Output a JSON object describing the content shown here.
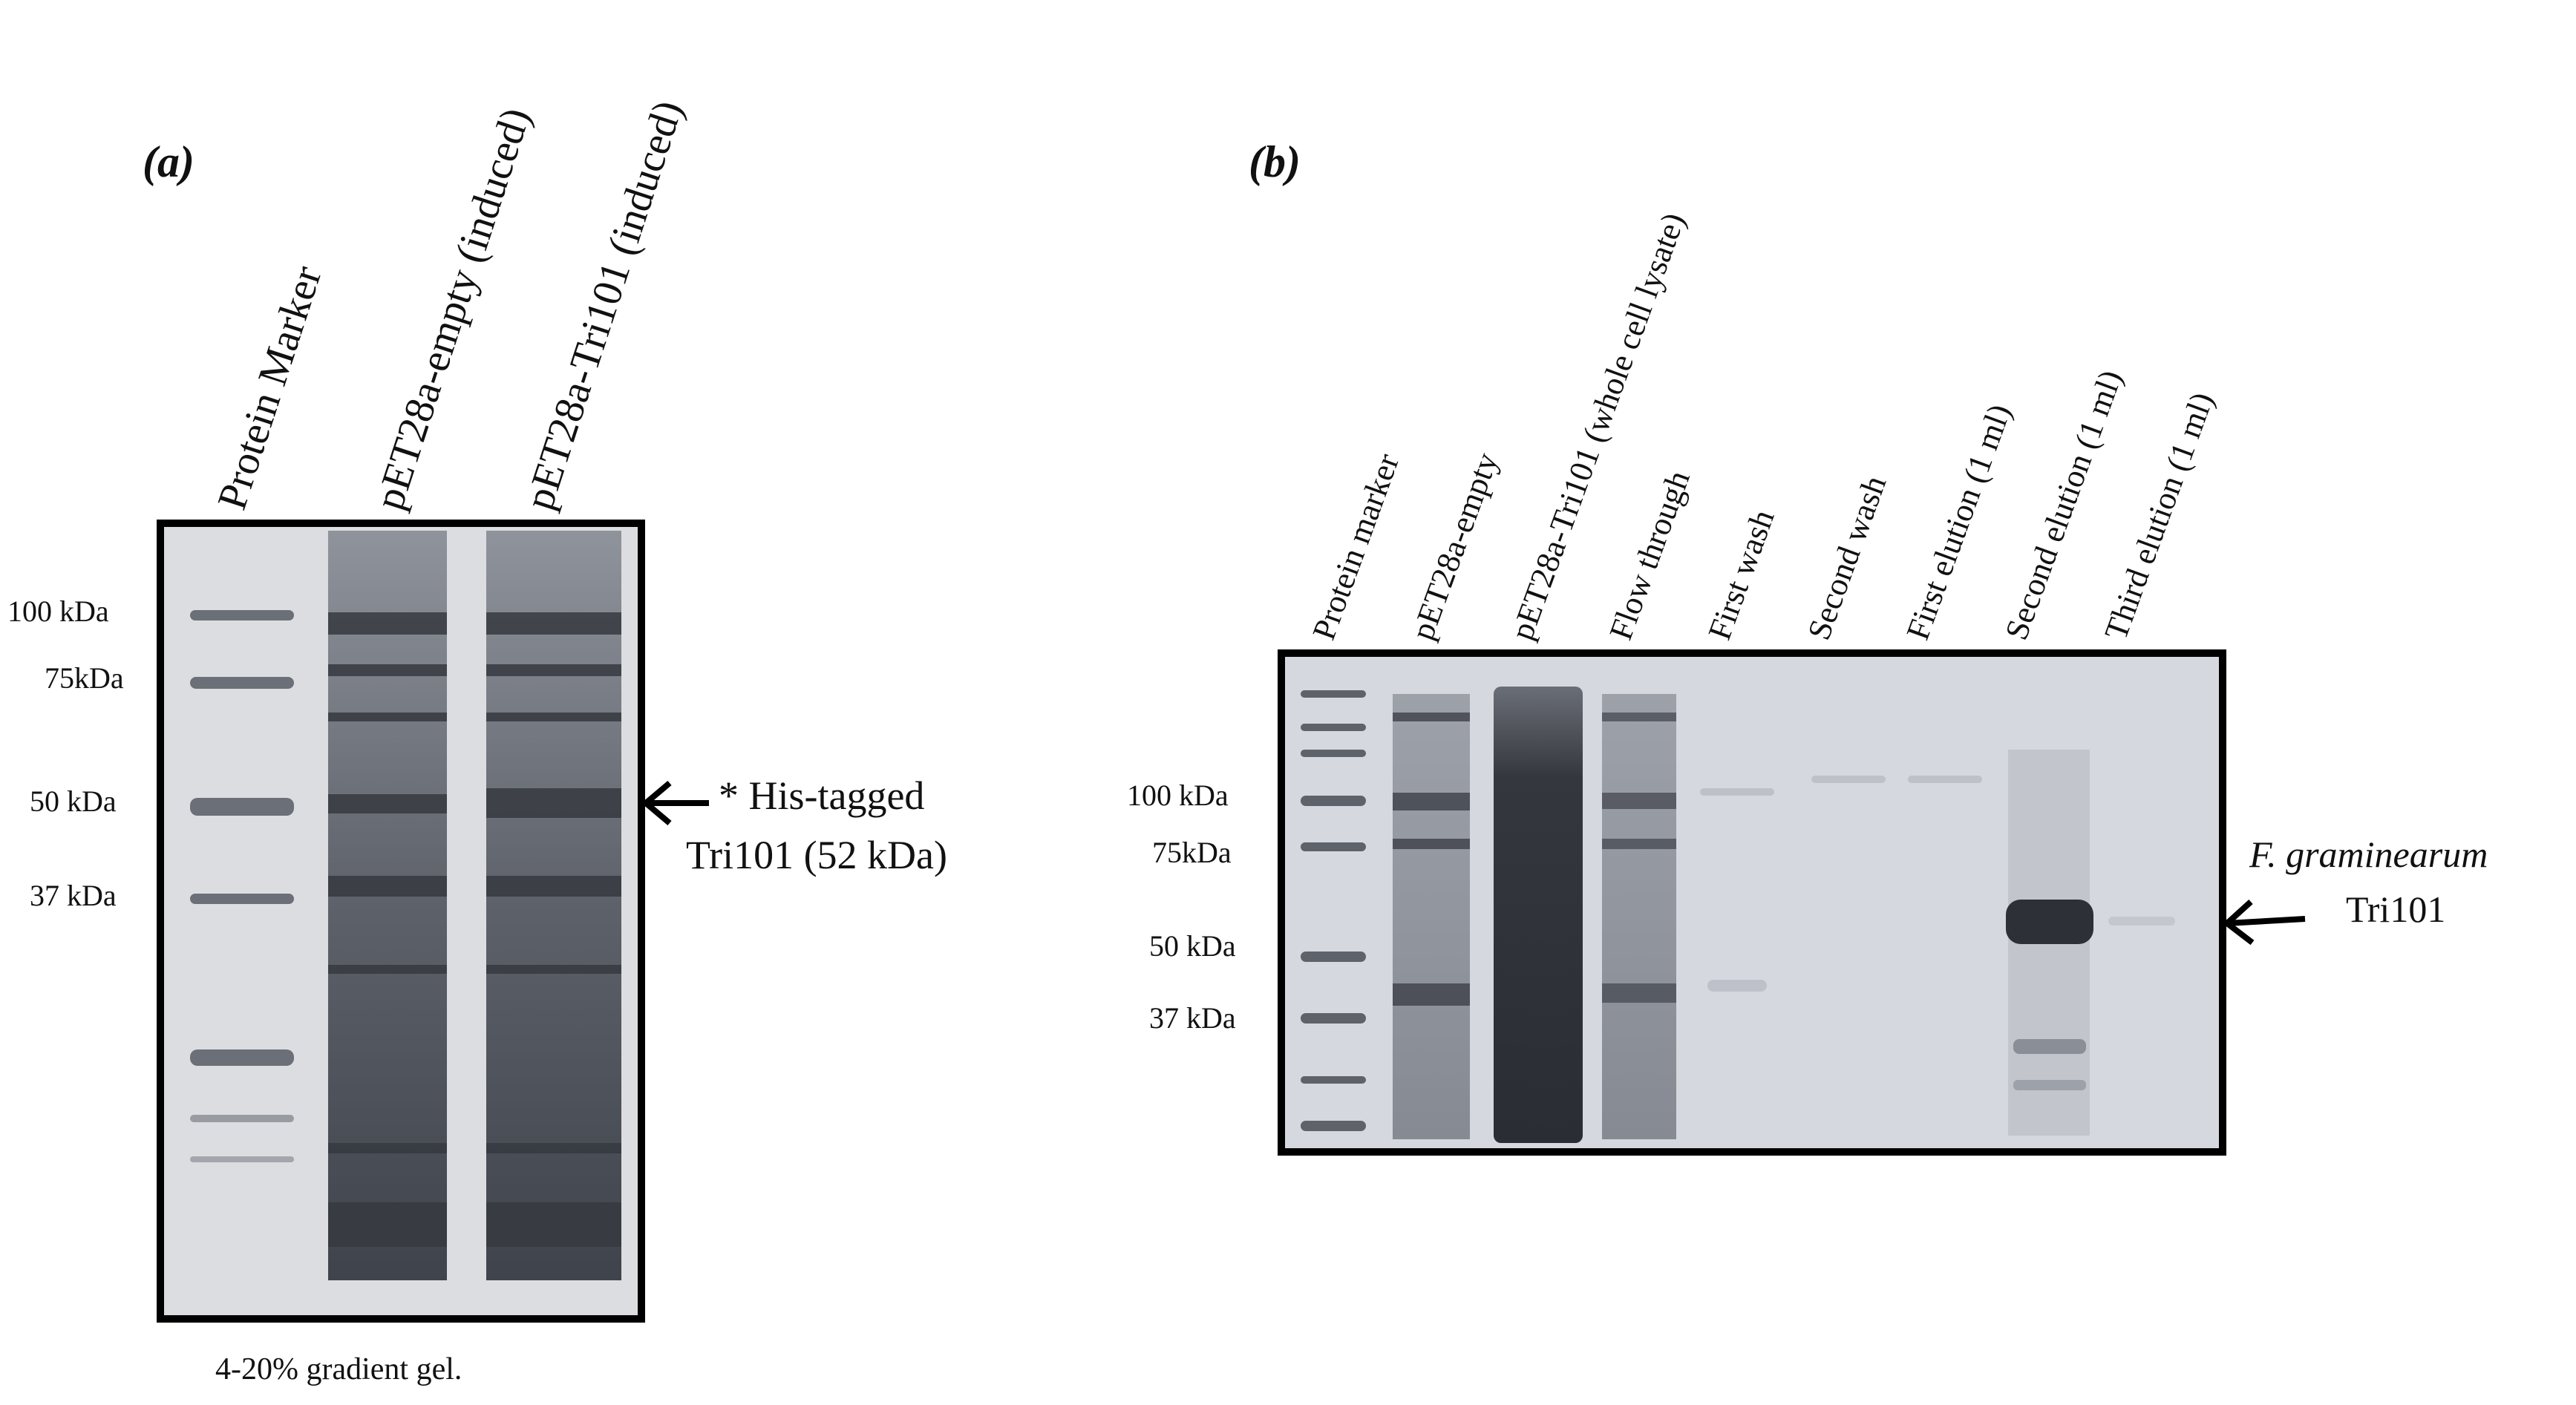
{
  "panels": [
    {
      "letter": "(a)",
      "lanes": [
        "Protein Marker",
        "pET28a-empty  (induced)",
        "pET28a-Tri101  (induced)"
      ],
      "markers": [
        "100 kDa",
        "75kDa",
        "50 kDa",
        "37 kDa"
      ],
      "annotation": {
        "line1": "* His-tagged",
        "line2": "Tri101  (52 kDa)"
      },
      "caption": "4-20% gradient gel."
    },
    {
      "letter": "(b)",
      "lanes": [
        "Protein marker",
        "pET28a-empty",
        "pET28a-Tri101 (whole cell lysate)",
        "Flow through",
        "First wash",
        "Second wash",
        "First elution (1 ml)",
        "Second elution (1 ml)",
        "Third elution (1 ml)"
      ],
      "markers": [
        "100 kDa",
        "75kDa",
        "50 kDa",
        "37 kDa"
      ],
      "annotation": {
        "line1": "F. graminearum",
        "line2": "Tri101"
      }
    }
  ],
  "colors": {
    "frame": "#000000",
    "gel_background": "#d9dbe0",
    "band_dark": "#3a3d45",
    "band_light": "#7d818a"
  }
}
